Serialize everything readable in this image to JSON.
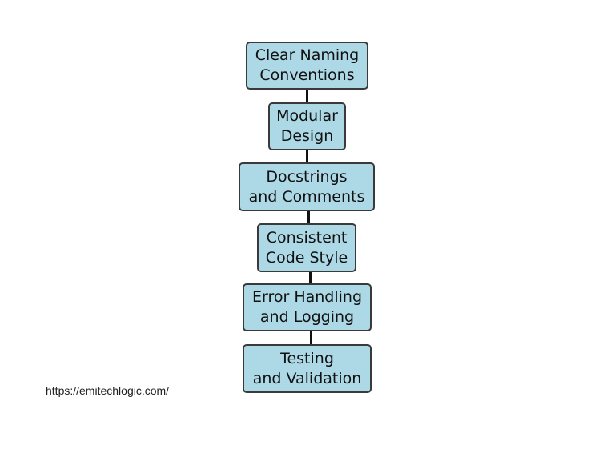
{
  "diagram": {
    "nodes": [
      {
        "id": "clear-naming",
        "label": "Clear Naming\nConventions"
      },
      {
        "id": "modular-design",
        "label": "Modular\nDesign"
      },
      {
        "id": "docstrings",
        "label": "Docstrings\nand Comments"
      },
      {
        "id": "code-style",
        "label": "Consistent\nCode Style"
      },
      {
        "id": "error-handling",
        "label": "Error Handling\nand Logging"
      },
      {
        "id": "testing",
        "label": "Testing\nand Validation"
      }
    ],
    "edges": [
      [
        "clear-naming",
        "modular-design"
      ],
      [
        "modular-design",
        "docstrings"
      ],
      [
        "docstrings",
        "code-style"
      ],
      [
        "code-style",
        "error-handling"
      ],
      [
        "error-handling",
        "testing"
      ]
    ],
    "colors": {
      "node_fill": "#add8e6",
      "node_border": "#3a3a3a",
      "edge": "#111111"
    }
  },
  "footer": {
    "url": "https://emitechlogic.com/"
  }
}
